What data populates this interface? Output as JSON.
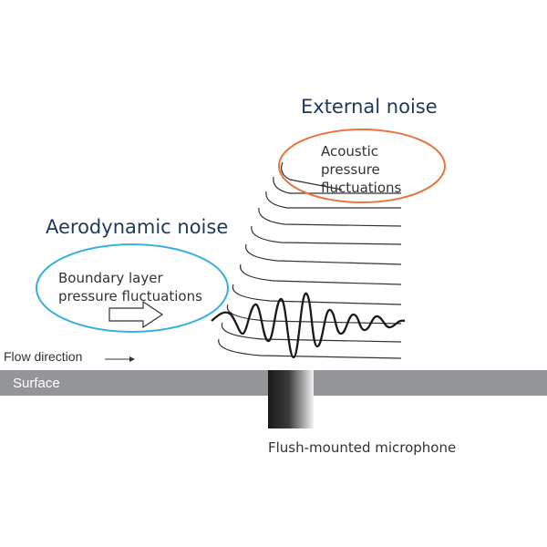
{
  "headings": {
    "external_noise": "External noise",
    "aerodynamic_noise": "Aerodynamic noise"
  },
  "acoustic_bubble": {
    "lines": [
      "Acoustic",
      "pressure",
      "fluctuations"
    ]
  },
  "boundary_bubble": {
    "lines": [
      "Boundary layer",
      "pressure fluctuations"
    ]
  },
  "flow": {
    "label": "Flow direction"
  },
  "surface": {
    "label": "Surface"
  },
  "microphone": {
    "label": "Flush-mounted microphone"
  },
  "colors": {
    "heading": "#1d3a5c",
    "external_ellipse": "#e8743b",
    "aero_ellipse": "#3bb0e0",
    "surface": "#939598",
    "wave": "#1a1a1a",
    "text": "#333333"
  }
}
